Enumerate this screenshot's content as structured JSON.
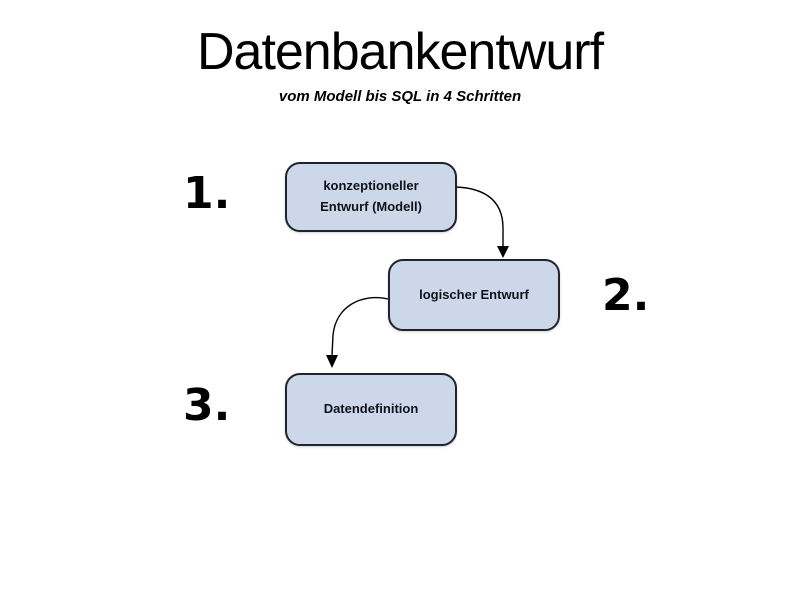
{
  "slide": {
    "title": "Datenbankentwurf",
    "subtitle": "vom Modell bis SQL in 4 Schritten"
  },
  "diagram": {
    "steps": [
      {
        "number": "1.",
        "label": "konzeptioneller Entwurf (Modell)"
      },
      {
        "number": "2.",
        "label": "logischer Entwurf"
      },
      {
        "number": "3.",
        "label": "Datendefinition"
      }
    ],
    "connections": [
      {
        "from": "konzeptioneller Entwurf (Modell)",
        "to": "logischer Entwurf"
      },
      {
        "from": "logischer Entwurf",
        "to": "Datendefinition"
      }
    ]
  },
  "colors": {
    "background": "#ffffff",
    "box_fill": "#ccd8ea",
    "box_border": "#20242c",
    "arrow": "#000000",
    "text": "#000000"
  }
}
